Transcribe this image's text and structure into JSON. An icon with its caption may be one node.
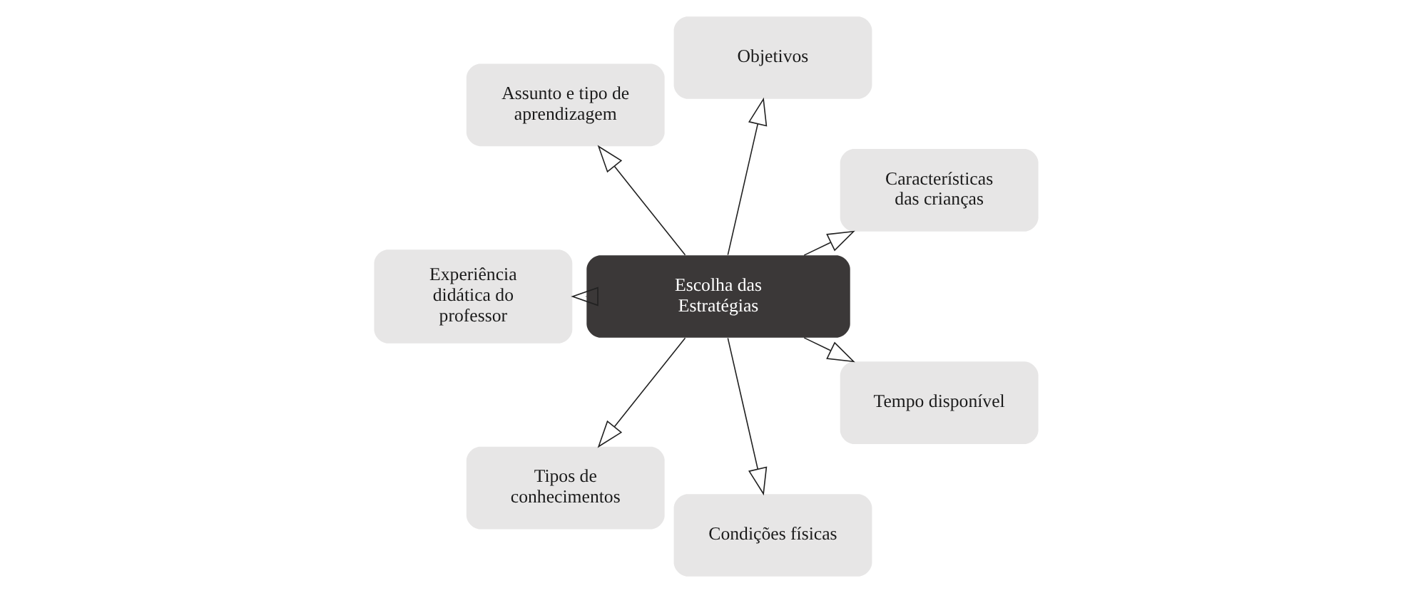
{
  "diagram": {
    "nodes": [
      {
        "text": [
          "Características das crianças"
        ]
      },
      {
        "text": [
          "Objetivos"
        ]
      },
      {
        "text": [
          "Assunto e tipo de aprendizagem"
        ]
      },
      {
        "text": [
          "Experiência didática do professor"
        ]
      },
      {
        "text": [
          "Escolha das Estratégias"
        ]
      },
      {
        "text": [
          "Tipos de conhecimentos"
        ]
      },
      {
        "text": [
          "Condições físicas"
        ]
      },
      {
        "text": [
          "Tempo disponível"
        ]
      }
    ],
    "edges": [
      {
        "from": 4,
        "to": 0,
        "arrow": "to"
      },
      {
        "from": 4,
        "to": 1,
        "arrow": "to"
      },
      {
        "from": 4,
        "to": 2,
        "arrow": "to"
      },
      {
        "from": 4,
        "to": 3,
        "arrow": "to"
      },
      {
        "from": 4,
        "to": 5,
        "arrow": "to"
      },
      {
        "from": 4,
        "to": 6,
        "arrow": "to"
      },
      {
        "from": 4,
        "to": 7,
        "arrow": "to"
      }
    ]
  }
}
